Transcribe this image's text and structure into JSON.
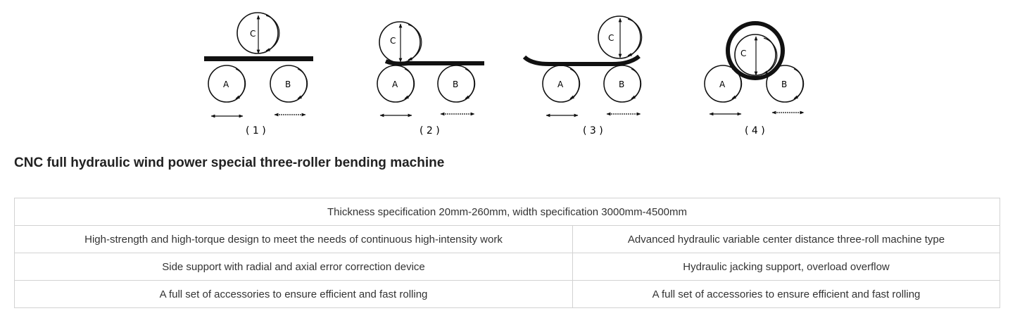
{
  "diagram": {
    "roller_labels": {
      "top": "C",
      "left": "A",
      "right": "B"
    },
    "step_labels": [
      "( 1 )",
      "( 2 )",
      "( 3 )",
      "( 4 )"
    ]
  },
  "title": "CNC full hydraulic wind power special three-roller bending machine",
  "spec_table": {
    "header": "Thickness specification 20mm-260mm, width specification 3000mm-4500mm",
    "rows": [
      [
        "High-strength and high-torque design to meet the needs of continuous high-intensity work",
        "Advanced hydraulic variable center distance three-roll machine type"
      ],
      [
        "Side support with radial and axial error correction device",
        "Hydraulic jacking support, overload overflow"
      ],
      [
        "A full set of accessories to ensure efficient and fast rolling",
        "A full set of accessories to ensure efficient and fast rolling"
      ]
    ]
  },
  "colors": {
    "text": "#333333",
    "border": "#d2d2d2",
    "diagram_ink": "#111111"
  }
}
